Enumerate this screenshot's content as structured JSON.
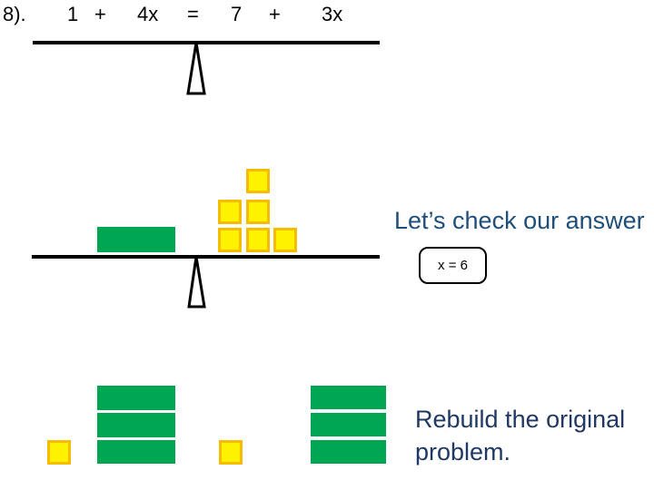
{
  "equation": {
    "label": "8).",
    "tokens": [
      "1",
      "+",
      "4x",
      "=",
      "7",
      "+",
      "3x"
    ]
  },
  "check": {
    "heading": "Let’s check our answer",
    "answer": "x = 6"
  },
  "rebuild": {
    "line1": "Rebuild the original",
    "line2": "problem."
  },
  "tiles": {
    "middle_balance": {
      "left_green_x_tiles": 1,
      "right_yellow_unit_tiles": 6
    },
    "bottom_left_group": {
      "yellow_unit_tiles": 1,
      "green_x_tiles": 3
    },
    "bottom_right_group": {
      "yellow_unit_tiles": 1,
      "green_x_tiles": 3
    }
  },
  "colors": {
    "green_tile": "#00A651",
    "yellow_tile_fill": "#FFF200",
    "yellow_tile_border": "#F5BC00",
    "check_heading_blue": "#1F4E79",
    "rebuild_text_blue": "#1F3864",
    "beam_black": "#000000"
  }
}
